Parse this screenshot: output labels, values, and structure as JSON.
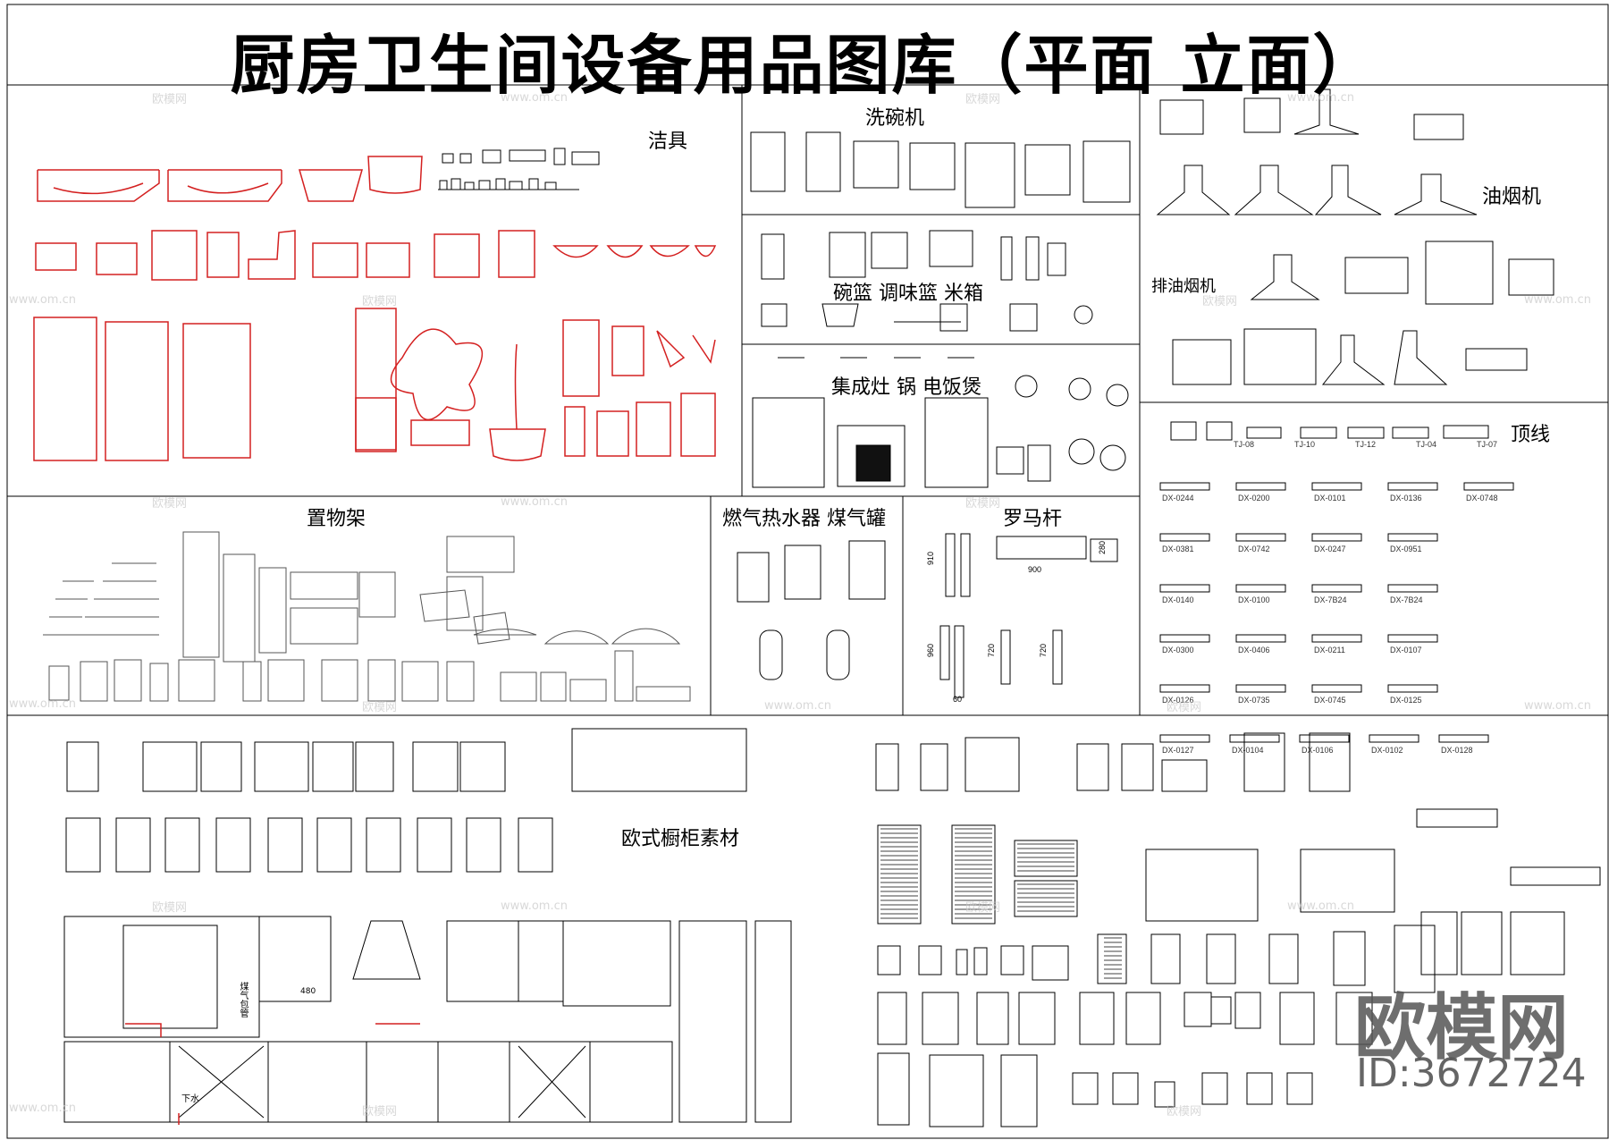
{
  "title": "厨房卫生间设备用品图库（平面  立面）",
  "sections": {
    "sanitary": "洁具",
    "dishwasher": "洗碗机",
    "range_hood": "油烟机",
    "exhaust_hood": "排油烟机",
    "baskets": "碗篮  调味篮  米箱",
    "stove": "集成灶  锅  电饭煲",
    "crown_molding": "顶线",
    "shelves": "置物架",
    "water_heater": "燃气热水器  煤气罐",
    "roman_rod": "罗马杆",
    "euro_cabinet": "欧式橱柜素材"
  },
  "molding_codes": [
    [
      "TJ-08",
      "TJ-10",
      "TJ-12",
      "TJ-04",
      "TJ-07"
    ],
    [
      "DX-0244",
      "DX-0200",
      "DX-0101",
      "DX-0136",
      "DX-0748"
    ],
    [
      "DX-0381",
      "DX-0742",
      "DX-0247",
      "DX-0951"
    ],
    [
      "DX-0140",
      "DX-0100",
      "DX-7B24",
      "DX-7B24"
    ],
    [
      "DX-0300",
      "DX-0406",
      "DX-0211",
      "DX-0107"
    ],
    [
      "DX-0126",
      "DX-0735",
      "DX-0745",
      "DX-0125"
    ],
    [
      "DX-0127",
      "DX-0104",
      "DX-0106",
      "DX-0102",
      "DX-0128"
    ]
  ],
  "dims": {
    "rod_a": "910",
    "rod_b": "960",
    "rod_c": "720",
    "rod_d": "720",
    "rod_e": "60",
    "rod_top": "900",
    "rod_side": "280",
    "cabinet_width": "480"
  },
  "cabinet_notes": {
    "gas": "煤气包管",
    "drain": "下水"
  },
  "watermark_site": "www.om.cn",
  "watermark_cn": "欧模网",
  "brand": "欧模网",
  "brand_id": "ID:3672724",
  "colors": {
    "line": "#000000",
    "sanitary": "#d42020",
    "gray": "#6b6b6b"
  }
}
